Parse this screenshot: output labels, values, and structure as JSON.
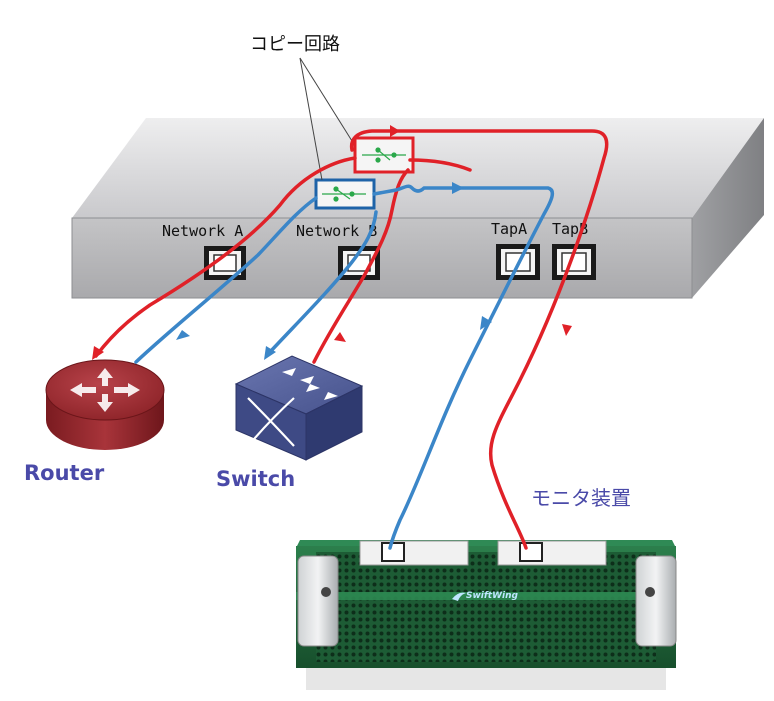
{
  "labels": {
    "copy_circuit": "コピー回路",
    "port_network_a": "Network A",
    "port_network_b": "Network B",
    "port_tap_a": "TapA",
    "port_tap_b": "TapB",
    "router": "Router",
    "switch": "Switch",
    "monitor": "モニタ装置",
    "monitor_brand": "SwiftWing"
  },
  "colors": {
    "red_line": "#e02128",
    "blue_line": "#3b86c8",
    "device_label": "#4a4aa8",
    "chassis_front": "#b9b9bb",
    "chassis_top": "#d9d9db",
    "router_red": "#9b2a30",
    "switch_blue": "#4e5a9a",
    "monitor_green": "#1f6b3c"
  },
  "icons": [
    "router-icon",
    "switch-icon",
    "copy-circuit-icon",
    "port-icon",
    "arrow-icon"
  ]
}
